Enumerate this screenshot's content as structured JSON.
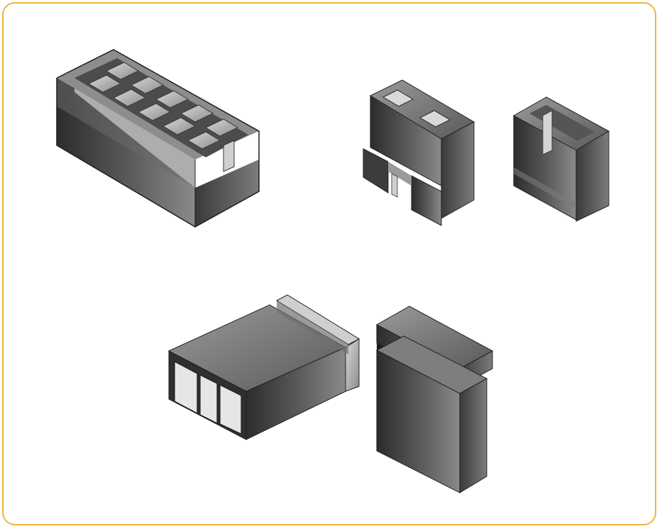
{
  "image": {
    "kind": "product-illustration",
    "subject": "connector-and-jumper-housings",
    "border_color": "#f2b43c",
    "background_color": "#ffffff",
    "components": [
      {
        "name": "multi-pin-connector-housing",
        "count": 1
      },
      {
        "name": "two-pin-shunt-front",
        "count": 1
      },
      {
        "name": "two-pin-shunt-side",
        "count": 1
      },
      {
        "name": "jumper-cap-angled",
        "count": 1
      },
      {
        "name": "jumper-cap-upright",
        "count": 1
      }
    ]
  }
}
